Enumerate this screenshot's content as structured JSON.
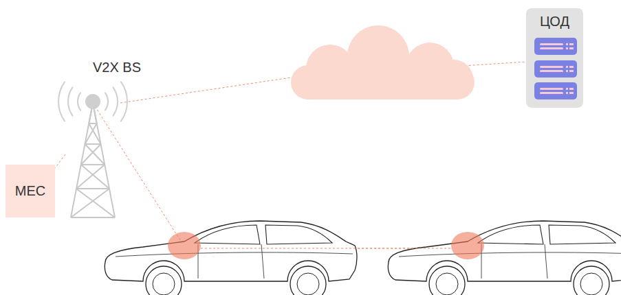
{
  "diagram": {
    "nodes": [
      {
        "text": [
          "V2X BS"
        ]
      },
      {
        "text": [
          "MEC"
        ]
      },
      {
        "text": [
          "ЦОД"
        ]
      }
    ],
    "edges": [
      {
        "from": 0,
        "to": 1,
        "arrow": "none"
      },
      {
        "from": 0,
        "to": 2,
        "arrow": "none"
      }
    ]
  }
}
